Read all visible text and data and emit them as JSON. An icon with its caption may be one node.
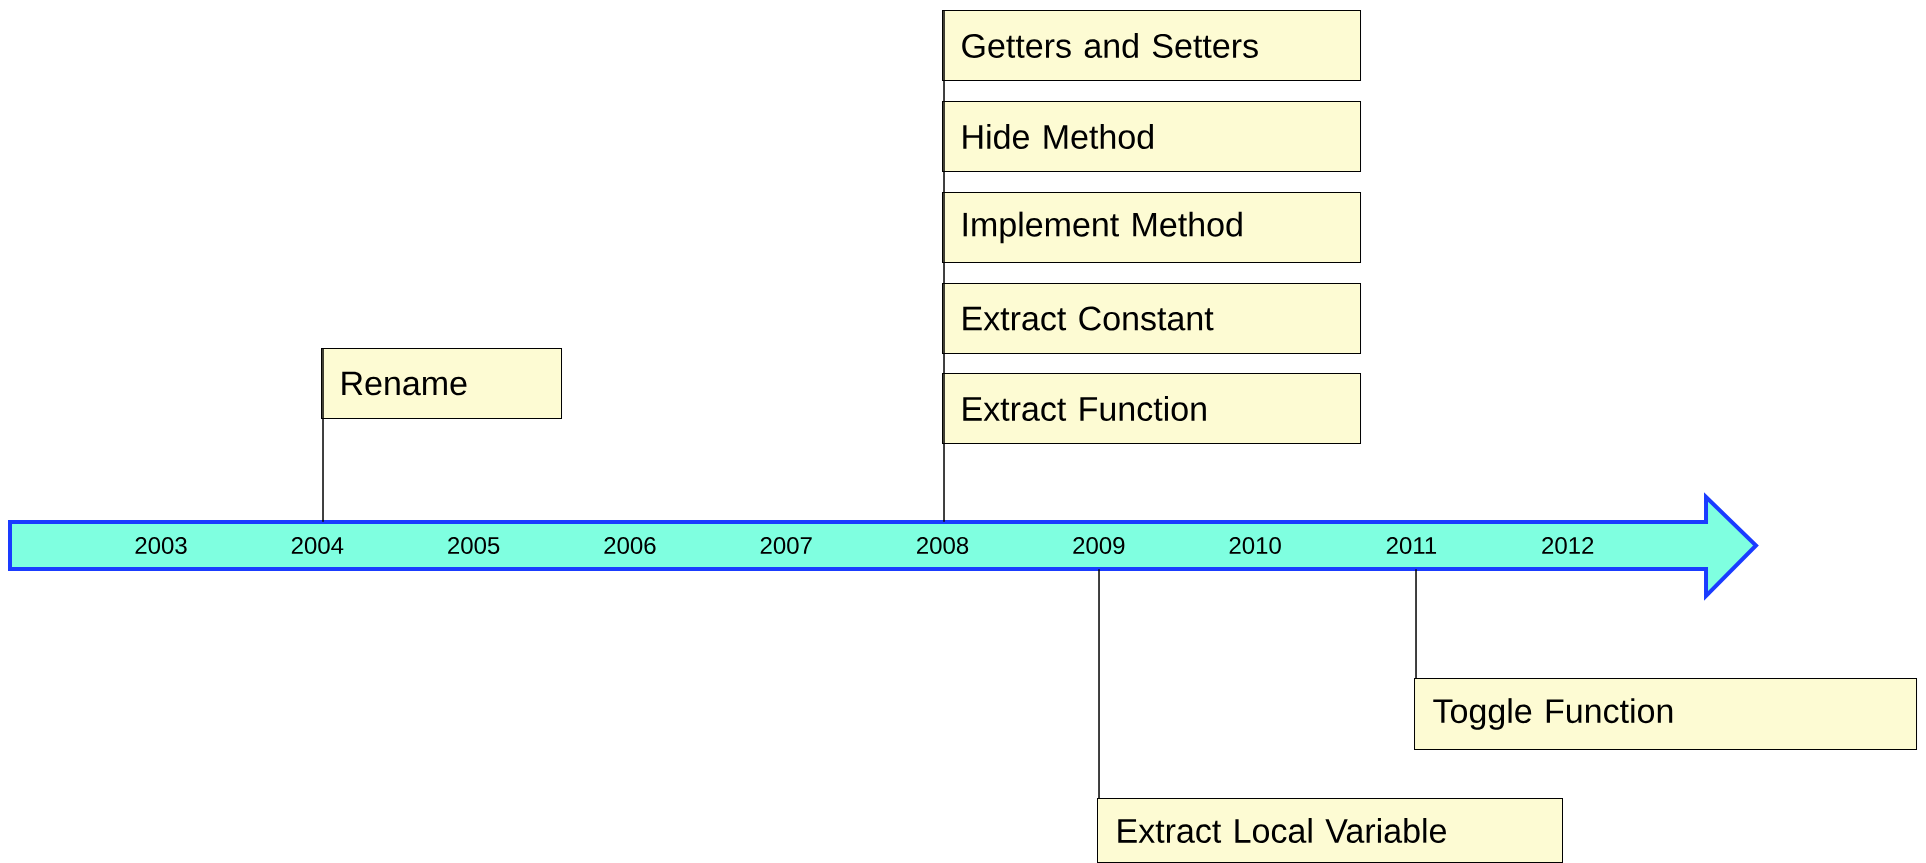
{
  "diagram": {
    "nodes": [
      {
        "text": [
          "Getters and Setters"
        ]
      },
      {
        "text": [
          "Hide Method"
        ]
      },
      {
        "text": [
          "Implement Method"
        ]
      },
      {
        "text": [
          "Extract Constant"
        ]
      },
      {
        "text": [
          "Extract Function"
        ]
      },
      {
        "text": [
          "Rename"
        ]
      },
      {
        "text": [
          "2003",
          "2004",
          "2005",
          "2006",
          "2007",
          "2008",
          "2009",
          "2010",
          "2011",
          "2012"
        ]
      },
      {
        "text": [
          "Toggle Function"
        ]
      },
      {
        "text": [
          "Extract Local Variable"
        ]
      }
    ],
    "edges": [
      {
        "from": 0,
        "to": 6,
        "arrow": "none"
      },
      {
        "from": 5,
        "to": 6,
        "arrow": "none"
      },
      {
        "from": 8,
        "to": 6,
        "arrow": "none"
      },
      {
        "from": 7,
        "to": 6,
        "arrow": "none"
      }
    ]
  }
}
